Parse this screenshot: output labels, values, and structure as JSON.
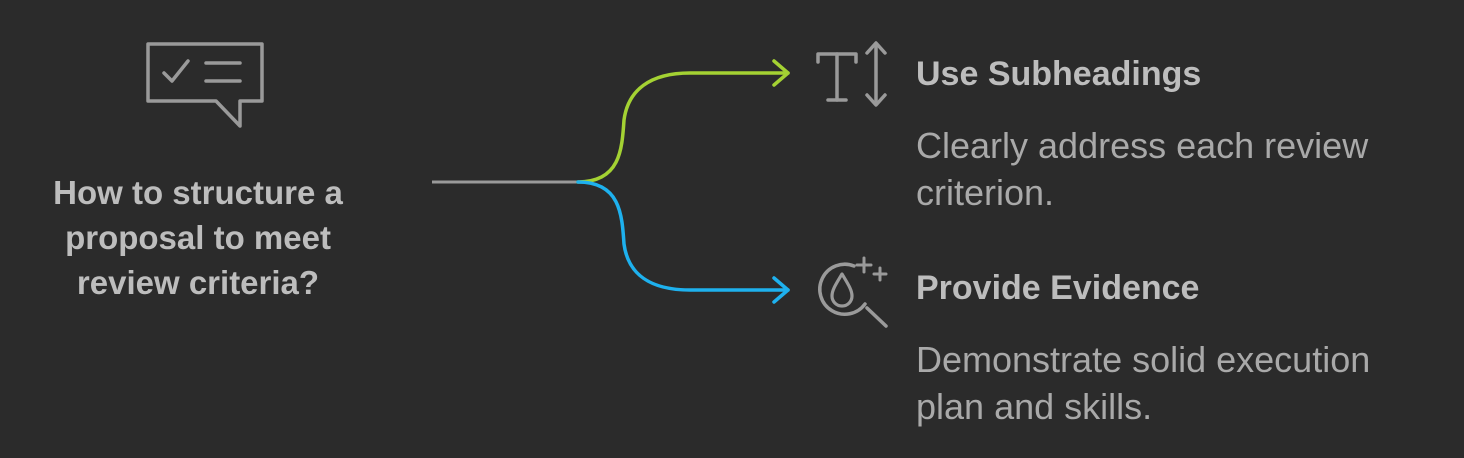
{
  "question": {
    "text": "How to structure a proposal to meet review criteria?",
    "icon": "checklist-chat-icon"
  },
  "options": [
    {
      "title": "Use Subheadings",
      "description": "Clearly address each review criterion.",
      "icon": "text-height-icon",
      "connector_color": "#a4d233"
    },
    {
      "title": "Provide Evidence",
      "description": "Demonstrate solid execution plan and skills.",
      "icon": "magnify-drop-icon",
      "connector_color": "#1eb1ee"
    }
  ],
  "colors": {
    "background": "#2b2b2b",
    "text": "#bdbdbd",
    "stem": "#9a9a9a"
  }
}
